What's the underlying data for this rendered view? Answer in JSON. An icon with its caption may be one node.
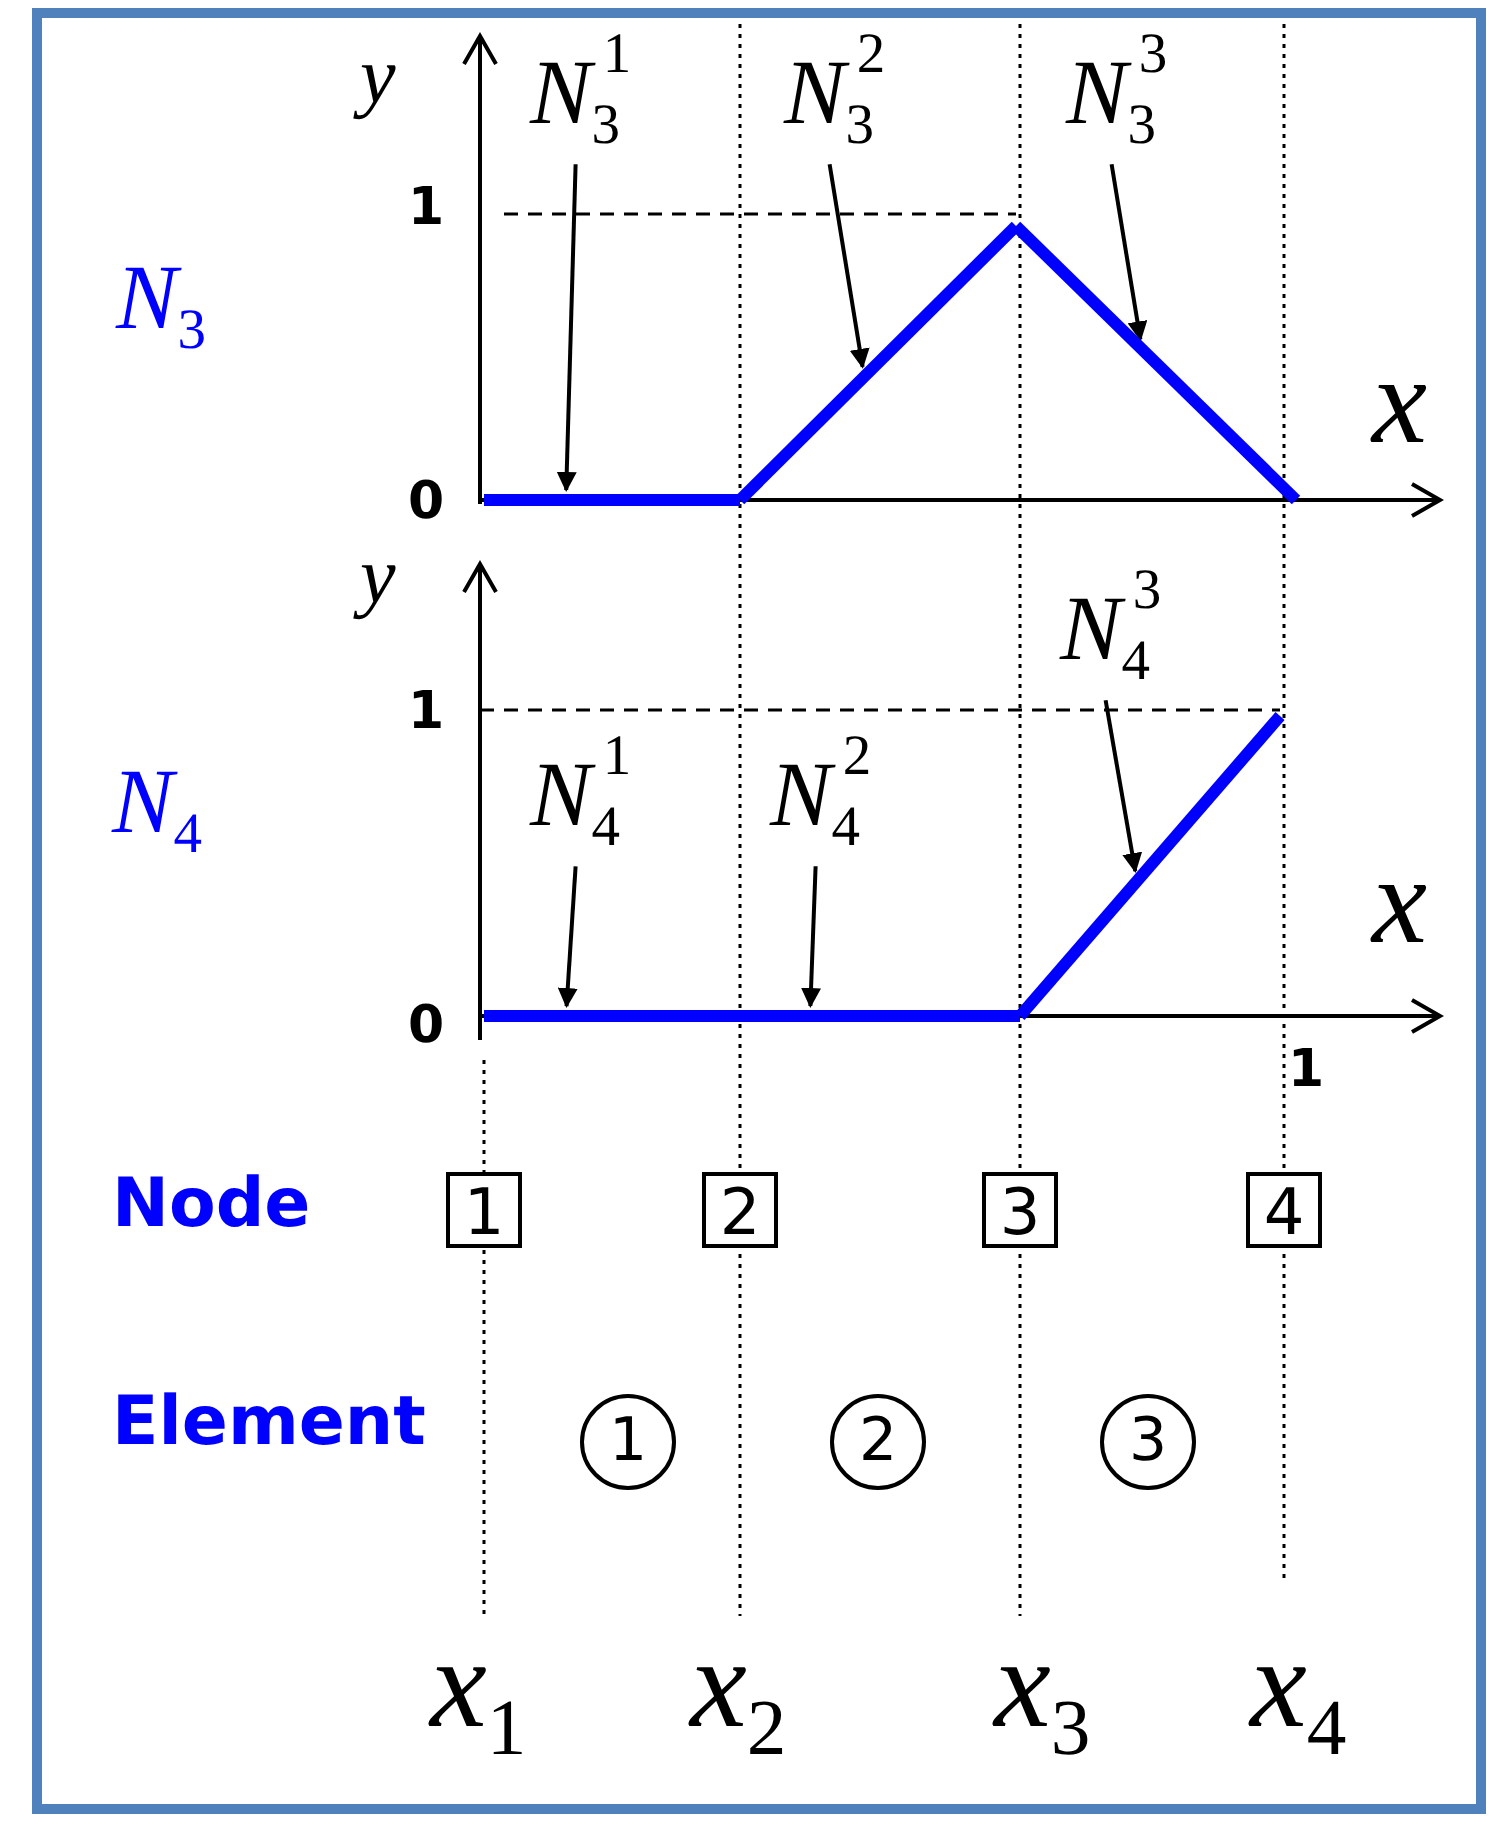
{
  "diagram": {
    "nodes": [
      {
        "text": [
          "N$_{3}$$^{1}$"
        ]
      },
      {
        "text": [
          "N$_{3}$$^{2}$"
        ]
      },
      {
        "text": [
          "N$_{3}$$^{3}$"
        ]
      },
      {
        "text": [
          "N$_{4}$$^{1}$"
        ]
      },
      {
        "text": [
          "N$_{4}$$^{2}$"
        ]
      },
      {
        "text": [
          "N$_{4}$$^{3}$"
        ]
      },
      {
        "text": [],
        "shape": "line"
      },
      {
        "text": [],
        "shape": "line"
      },
      {
        "text": [],
        "shape": "line"
      },
      {
        "text": [],
        "shape": "line"
      },
      {
        "text": [],
        "shape": "line"
      },
      {
        "text": [],
        "shape": "line"
      },
      {
        "text": [
          "1"
        ]
      },
      {
        "text": [
          "2"
        ]
      },
      {
        "text": [
          "3"
        ]
      },
      {
        "text": [
          "4"
        ]
      },
      {
        "text": [
          "1"
        ]
      },
      {
        "text": [
          "2"
        ]
      },
      {
        "text": [
          "3"
        ]
      }
    ],
    "edges": [
      {
        "from": 0,
        "to": 6,
        "arrow": "to"
      },
      {
        "from": 1,
        "to": 7,
        "arrow": "to"
      },
      {
        "from": 2,
        "to": 8,
        "arrow": "to"
      },
      {
        "from": 3,
        "to": 9,
        "arrow": "to"
      },
      {
        "from": 4,
        "to": 10,
        "arrow": "to"
      },
      {
        "from": 5,
        "to": 11,
        "arrow": "to"
      }
    ],
    "labels": [
      "y",
      "1",
      "N$_{3}$",
      "x",
      "0",
      "y",
      "1",
      "N$_{4}$",
      "x",
      "0",
      "1",
      "Node",
      "Element",
      "x$_{1}$",
      "x$_{2}$",
      "x$_{3}$",
      "x$_{4}$"
    ]
  }
}
